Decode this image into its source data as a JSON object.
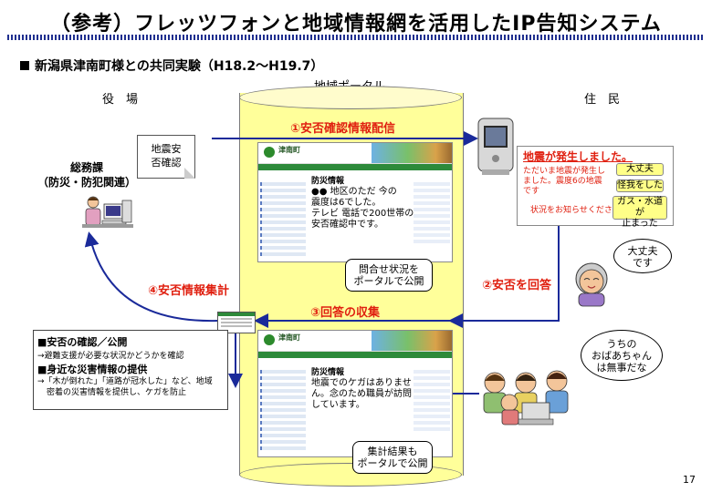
{
  "title": "（参考）フレッツフォンと地域情報網を活用したIP告知システム",
  "subtitle": "新潟県津南町様との共同実験（H18.2～H19.7）",
  "headers": {
    "left": "役　場",
    "center": "地域ポータル",
    "right": "住　民"
  },
  "office": {
    "dept_line1": "総務課",
    "dept_line2": "（防災・防犯関連）",
    "doc_line1": "地震安",
    "doc_line2": "否確認"
  },
  "steps": {
    "s1": "①安否確認情報配信",
    "s2": "②安否を回答",
    "s3": "③回答の収集",
    "s4": "④安否情報集計"
  },
  "portal_top": {
    "site_name": "津南町",
    "section": "防災情報",
    "msg_line1": "●● 地区のただ 今の",
    "msg_line2": "震度は6でした。",
    "msg_line3": "テレビ 電話で200世帯の",
    "msg_line4": "安否確認中です。",
    "callout_line1": "問合せ状況を",
    "callout_line2": "ポータルで公開"
  },
  "portal_bottom": {
    "site_name": "津南町",
    "section": "防災情報",
    "msg_line1": "地震でのケガはありませ",
    "msg_line2": "ん。念のため職員が訪問",
    "msg_line3": "しています。",
    "callout_line1": "集計結果も",
    "callout_line2": "ポータルで公開"
  },
  "phone_screen": {
    "headline": "地震が発生しました。",
    "body_line1": "ただいま地震が発生し",
    "body_line2": "ました。震度6の地震",
    "body_line3": "です",
    "prompt": "状況をお知らせください",
    "btn1": "大丈夫",
    "btn2": "怪我をした",
    "btn3_line1": "ガス・水道が",
    "btn3_line2": "止まった"
  },
  "resident_bubbles": {
    "grandma_line1": "大丈夫",
    "grandma_line2": "です",
    "family_line1": "うちの",
    "family_line2": "おばあちゃん",
    "family_line3": "は無事だな"
  },
  "benefits": {
    "h1": "■安否の確認／公開",
    "d1": "→避難支援が必要な状況かどうかを確認",
    "h2": "■身近な災害情報の提供",
    "d2_line1": "→「木が倒れた」「道路が冠水した」など、地域",
    "d2_line2": "密着の災害情報を提供し、ケガを防止"
  },
  "page_number": "17",
  "colors": {
    "accent_red": "#e02010",
    "arrow_blue": "#1a2a9a",
    "portal_yellow": "#ffff9a"
  }
}
